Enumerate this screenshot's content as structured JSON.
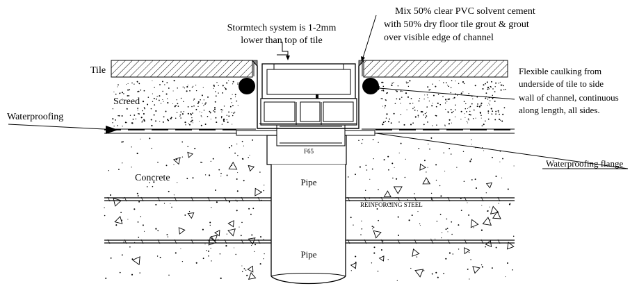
{
  "labels": {
    "stormtech_line1": "Stormtech system is 1-2mm",
    "stormtech_line2": "lower than top of tile",
    "mix_line1": "Mix 50% clear PVC solvent cement",
    "mix_line2": "with 50% dry floor tile grout & grout",
    "mix_line3": "over visible edge of channel",
    "tile": "Tile",
    "screed": "Screed",
    "waterproofing": "Waterproofing",
    "concrete": "Concrete",
    "caulk_line1": "Flexible caulking from",
    "caulk_line2": "underside of tile to side",
    "caulk_line3": "wall of channel, continuous",
    "caulk_line4": "along length, all sides.",
    "waterproofing_flange": "Waterproofing flange",
    "outlet": "F65",
    "pipe_upper": "Pipe",
    "pipe_lower": "Pipe",
    "reinforcing_steel": "REINFORCING STEEL"
  }
}
